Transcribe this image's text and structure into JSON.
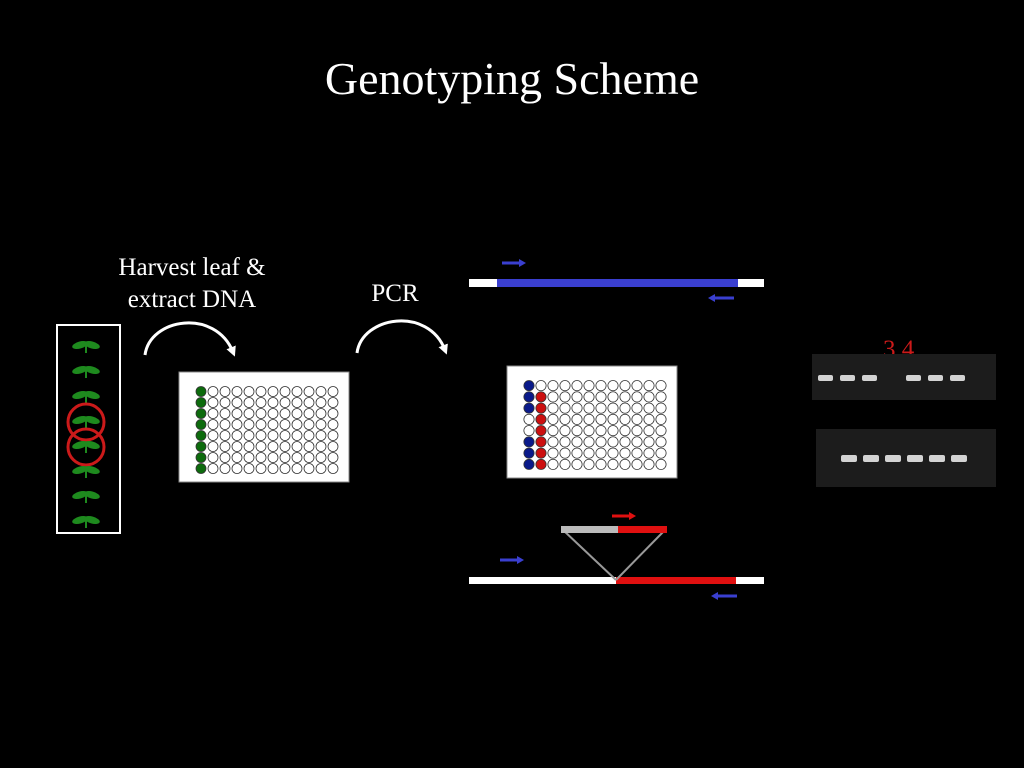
{
  "slide": {
    "title": "Genotyping Scheme"
  },
  "steps": {
    "harvest_label_line1": "Harvest leaf &",
    "harvest_label_line2": "extract DNA",
    "pcr_label": "PCR"
  },
  "gel": {
    "lane_label": "3 4",
    "top_gel_band_lanes": [
      1,
      2,
      3,
      5,
      6,
      7
    ],
    "bottom_gel_band_lanes": [
      1,
      2,
      3,
      4,
      5,
      6
    ]
  },
  "plants": {
    "count": 8,
    "circled_indices": [
      3,
      4
    ]
  },
  "plates": {
    "columns": 12,
    "rows": 8,
    "extract_plate_filled_column": 1,
    "pcr_plate_col1_pattern": [
      "blue",
      "blue",
      "blue",
      "empty",
      "empty",
      "blue",
      "blue",
      "blue"
    ],
    "pcr_plate_col2_pattern": [
      "empty",
      "red",
      "red",
      "red",
      "red",
      "red",
      "red",
      "red"
    ]
  },
  "colors": {
    "background": "#000000",
    "wildtype_primer": "#3a3fd0",
    "insert": "#e01010",
    "plant": "#1e8a1e",
    "circle": "#cc1a1a",
    "well_green": "#0d6b0d",
    "well_blue": "#0a1a8a",
    "well_red": "#cc1010",
    "lane_label": "#cc1a1a"
  }
}
